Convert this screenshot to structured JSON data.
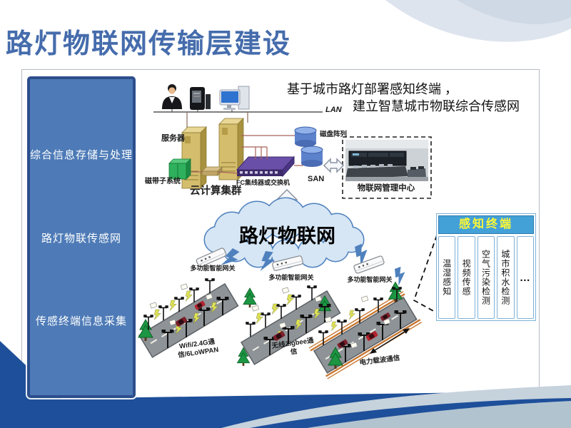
{
  "slide": {
    "title": "路灯物联网传输层建设"
  },
  "sidebar": {
    "items": [
      {
        "label": "综合信息存储与处理"
      },
      {
        "label": "路灯物联传感网"
      },
      {
        "label": "传感终端信息采集"
      }
    ]
  },
  "note": {
    "line1": "基于城市路灯部署感知终端 ，",
    "line2": "建立智慧城市物联综合传感网"
  },
  "cloud_cluster": {
    "lan": "LAN",
    "server": "服务器",
    "tape": "磁带子系统",
    "fc_switch": "FC集线器或交换机",
    "disk_array": "磁盘阵列",
    "san": "SAN",
    "caption": "云计算集群"
  },
  "management_center": {
    "caption": "物联网管理中心"
  },
  "iot_cloud": {
    "label": "路灯物联网"
  },
  "gateways": [
    {
      "label": "多功能智能网关"
    },
    {
      "label": "多功能智能网关"
    },
    {
      "label": "多功能智能网关"
    }
  ],
  "roads": {
    "wifi": "Wifi/2.4G通信/6LoWPAN",
    "zigbee": "无线Zigbee通信",
    "plc": "电力载波通信"
  },
  "sensing_panel": {
    "title": "感知终端",
    "columns": [
      "温湿感知",
      "视频传感",
      "空气污染检测",
      "城市积水检测",
      "…"
    ]
  },
  "colors": {
    "title_blue": "#456cac",
    "sidebar_blue": "#4e7bb7",
    "bottom_band_blue": "#1e4f9a",
    "swoosh_silver": "#c6d2dc",
    "sensing_header_blue": "#44a1d8",
    "sensing_header_text": "#fff933",
    "cloud_fill": "#d6e6f5",
    "cloud_stroke": "#4f81bd",
    "lightning_yellow": "#dde356"
  },
  "icons": [
    "user-icon",
    "kiosk-icon",
    "desktop-icon",
    "server-icon",
    "tape-library-icon",
    "hub-icon",
    "fc-switch-icon",
    "disk-array-icon",
    "bidirectional-arrow-icon",
    "up-arrow-icon",
    "cloud-shape",
    "lightning-icon",
    "gateway-icon",
    "streetlight-icon",
    "tree-icon",
    "car-icon",
    "control-room-photo"
  ]
}
